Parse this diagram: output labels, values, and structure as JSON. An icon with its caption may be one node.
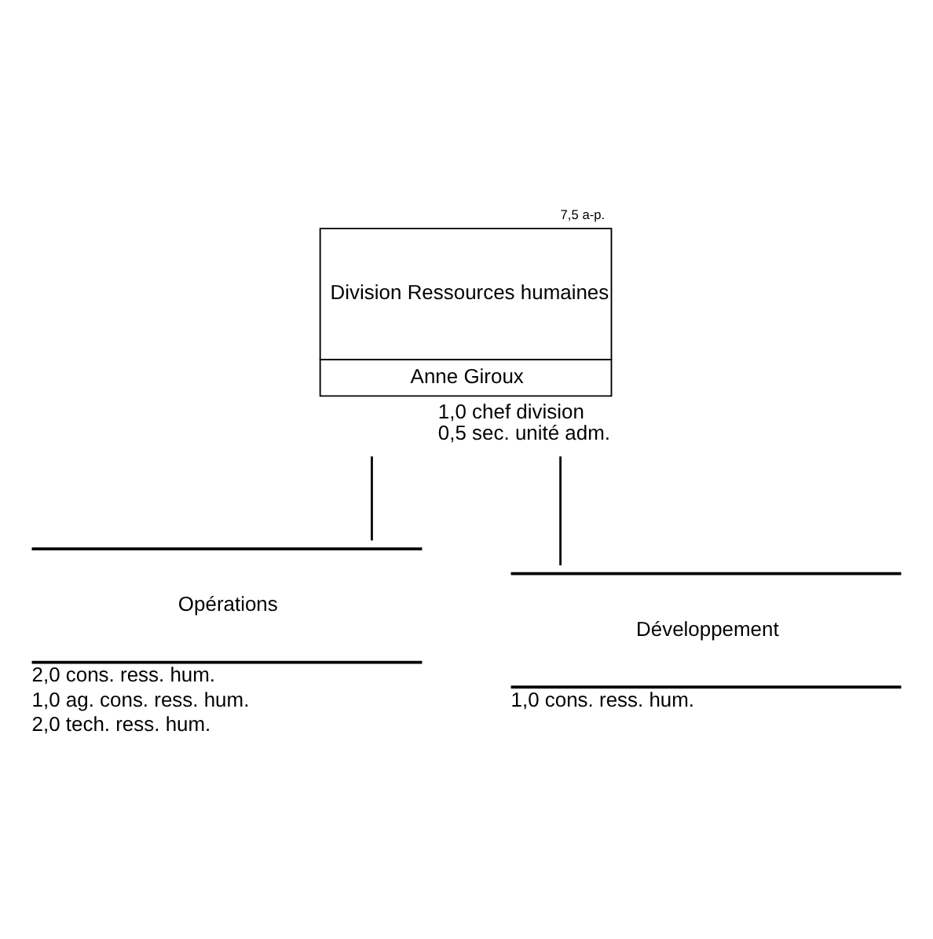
{
  "diagram": {
    "nodes": [
      {
        "text": [
          "Division Ressources humaines",
          "Anne Giroux"
        ],
        "beside": [
          "7,5 a-p.",
          "1,0 chef division",
          "0,5 sec. unité adm."
        ]
      },
      {
        "text": [
          "Opérations",
          "2,0 cons. ress. hum.",
          "1,0 ag. cons. ress. hum.",
          "2,0 tech. ress. hum."
        ]
      },
      {
        "text": [
          "Développement",
          "1,0 cons. ress. hum."
        ]
      }
    ],
    "edges": [
      {
        "from": 0,
        "to": 1,
        "arrow": "none"
      },
      {
        "from": 0,
        "to": 2,
        "arrow": "none"
      }
    ]
  }
}
